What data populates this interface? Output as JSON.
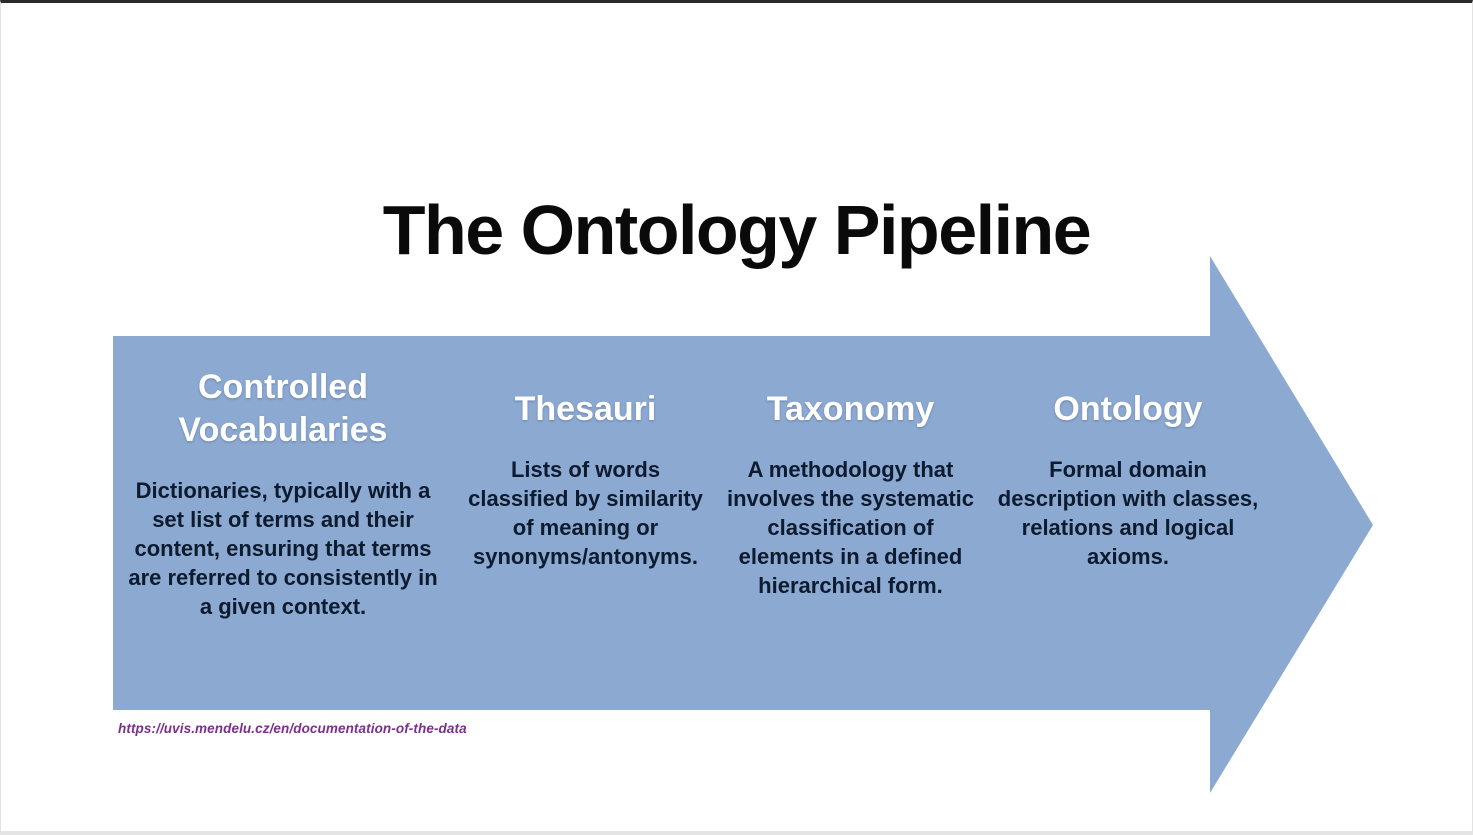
{
  "slide": {
    "title": "The Ontology Pipeline",
    "accent_color": "#8CA9D2",
    "heading_color": "#FFFFFF",
    "body_color": "#0D1B2E",
    "title_color": "#0A0A0A",
    "url_color": "#7B2F8E",
    "background_color": "#FFFFFF"
  },
  "stages": [
    {
      "heading": "Controlled Vocabularies",
      "body": "Dictionaries, typically with a set list of terms and their content, ensuring that terms are referred to consistently in a given context."
    },
    {
      "heading": "Thesauri",
      "body": "Lists of words classified by similarity of meaning or synonyms/antonyms."
    },
    {
      "heading": "Taxonomy",
      "body": "A methodology that involves the systematic classification of elements in a defined hierarchical form."
    },
    {
      "heading": "Ontology",
      "body": "Formal domain description with classes, relations and logical axioms."
    }
  ],
  "source": {
    "url": "https://uvis.mendelu.cz/en/documentation-of-the-data"
  }
}
